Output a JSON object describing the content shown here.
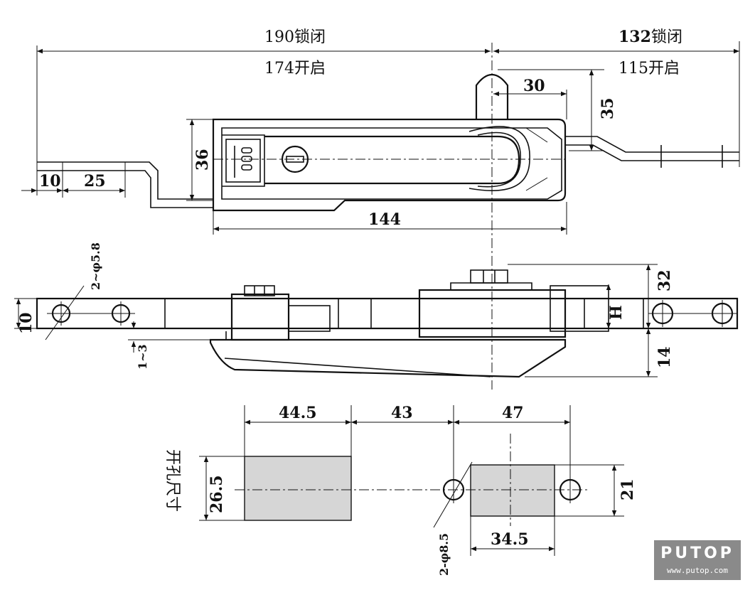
{
  "top_view": {
    "overall_locked": "190锁闭",
    "overall_open": "174开启",
    "right_locked_value": "132",
    "right_locked_suffix": "锁闭",
    "right_open": "115开启",
    "dim_30": "30",
    "dim_35": "35",
    "dim_36": "36",
    "dim_10": "10",
    "dim_25": "25",
    "dim_144": "144"
  },
  "side_view": {
    "hole_spec_left": "2~φ5.8",
    "dim_10": "10",
    "dim_1_3": "1~3",
    "dim_32": "32",
    "dim_H": "H",
    "dim_14": "14"
  },
  "cutout": {
    "label": "开孔尺寸",
    "dim_44_5": "44.5",
    "dim_43": "43",
    "dim_47": "47",
    "dim_26_5": "26.5",
    "dim_21": "21",
    "dim_34_5": "34.5",
    "hole_spec": "2-φ8.5",
    "cut_color": "#d6d6d6"
  },
  "watermark": {
    "brand": "PUTOP",
    "url": "www.putop.com"
  }
}
